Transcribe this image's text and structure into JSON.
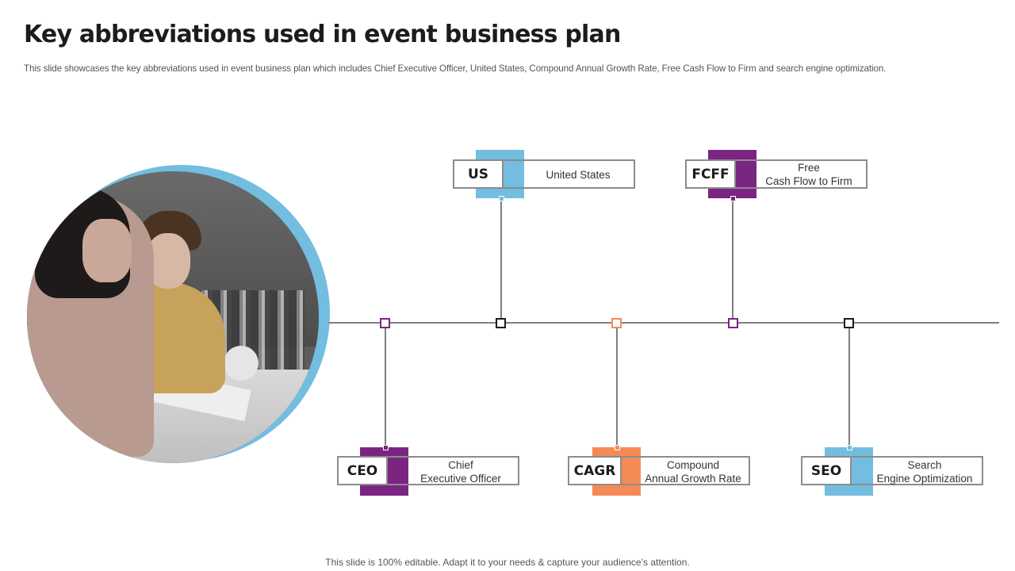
{
  "slide": {
    "title": "Key abbreviations used in event business plan",
    "subtitle": "This slide showcases the key abbreviations used in event business plan which includes Chief Executive Officer,  United States, Compound Annual Growth Rate, Free Cash Flow to Firm and search engine optimization.",
    "footer": "This slide is 100% editable. Adapt it to your needs & capture your audience’s attention."
  },
  "colors": {
    "purple": "#7b2582",
    "blue": "#73bde0",
    "orange": "#f58a57",
    "dark": "#1c1c1c",
    "line": "#7f7f7f"
  },
  "abbreviations": [
    {
      "abbr": "US",
      "line1": "United States",
      "line2": "",
      "color": "blue"
    },
    {
      "abbr": "FCFF",
      "line1": "Free",
      "line2": "Cash Flow to Firm",
      "color": "purple"
    },
    {
      "abbr": "CEO",
      "line1": "Chief",
      "line2": "Executive Officer",
      "color": "purple"
    },
    {
      "abbr": "CAGR",
      "line1": "Compound",
      "line2": "Annual Growth Rate",
      "color": "orange"
    },
    {
      "abbr": "SEO",
      "line1": "Search",
      "line2": "Engine Optimization",
      "color": "blue"
    }
  ]
}
